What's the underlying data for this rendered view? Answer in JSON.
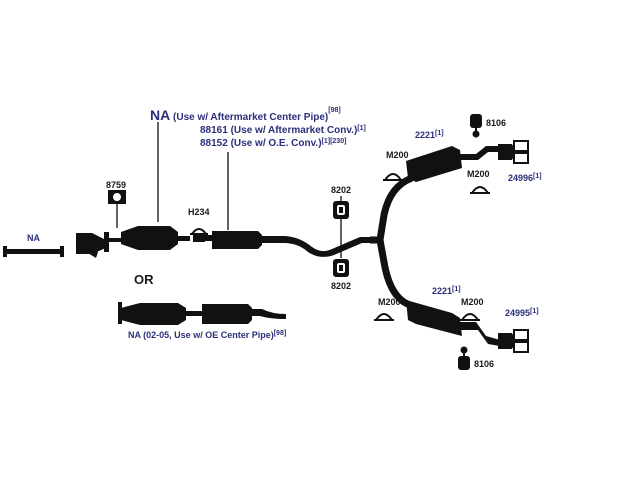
{
  "labels": {
    "na_top": "NA",
    "na_top_note": "(Use w/ Aftermarket Center Pipe)",
    "na_top_ref": "[98]",
    "p88161": "88161 (Use w/ Aftermarket Conv.)",
    "p88161_ref": "[1]",
    "p88152": "88152 (Use w/ O.E. Conv.)",
    "p88152_ref": "[1][230]",
    "p8759": "8759",
    "h234": "H234",
    "p8202_top": "8202",
    "p8202_bottom": "8202",
    "na_left": "NA",
    "or": "OR",
    "na_bottom": "NA (02-05, Use w/ OE Center Pipe)",
    "na_bottom_ref": "[98]",
    "p2221_top": "2221",
    "p2221_top_ref": "[1]",
    "p2221_bottom": "2221",
    "p2221_bottom_ref": "[1]",
    "m200_tl": "M200",
    "m200_tr": "M200",
    "m200_bl": "M200",
    "m200_br": "M200",
    "p8106_top": "8106",
    "p8106_bottom": "8106",
    "p24996": "24996",
    "p24996_ref": "[1]",
    "p24995": "24995",
    "p24995_ref": "[1]"
  },
  "colors": {
    "label_blue": "#2b2f7a",
    "part_black": "#111111"
  }
}
